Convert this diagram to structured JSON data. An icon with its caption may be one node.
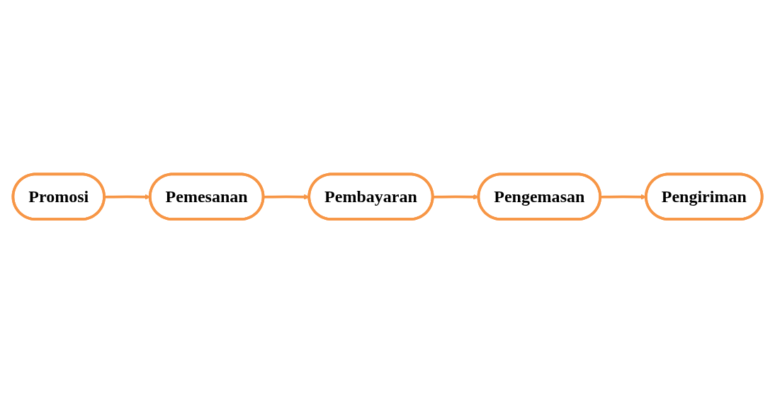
{
  "diagram": {
    "nodes": [
      {
        "text": [
          "Promosi"
        ]
      },
      {
        "text": [
          "Pemesanan"
        ]
      },
      {
        "text": [
          "Pembayaran"
        ]
      },
      {
        "text": [
          "Pengemasan"
        ]
      },
      {
        "text": [
          "Pengiriman"
        ]
      }
    ],
    "edges": [
      {
        "from": 0,
        "to": 1,
        "arrow": "to"
      },
      {
        "from": 1,
        "to": 2,
        "arrow": "to"
      },
      {
        "from": 2,
        "to": 3,
        "arrow": "to"
      },
      {
        "from": 3,
        "to": 4,
        "arrow": "to"
      }
    ]
  }
}
